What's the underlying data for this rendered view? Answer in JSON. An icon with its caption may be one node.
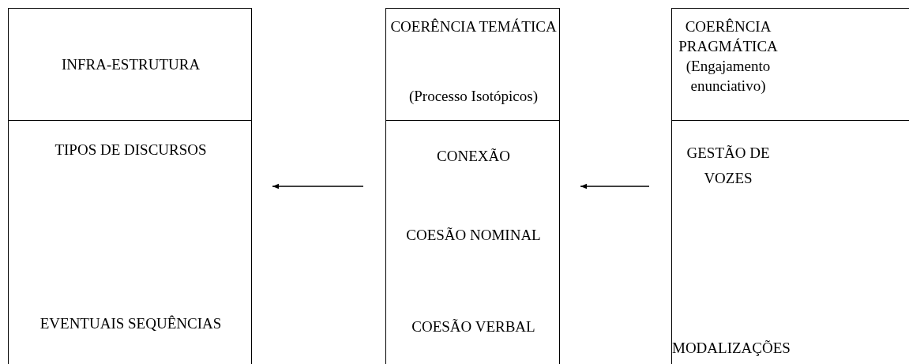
{
  "diagram": {
    "nodes": [
      {
        "text": [
          "INFRA-ESTRUTURA"
        ]
      },
      {
        "text": [
          "TIPOS DE DISCURSOS",
          "EVENTUAIS SEQUÊNCIAS"
        ]
      },
      {
        "text": [
          "COERÊNCIA TEMÁTICA",
          "(Processo Isotópicos)"
        ]
      },
      {
        "text": [
          "CONEXÃO",
          "COESÃO NOMINAL",
          "COESÃO VERBAL"
        ]
      },
      {
        "text": [
          "COERÊNCIA PRAGMÁTICA (Engajamento enunciativo)"
        ]
      },
      {
        "text": [
          "GESTÃO DE VOZES",
          "MODALIZAÇÕES"
        ]
      }
    ],
    "edges": [
      {
        "from": 3,
        "to": 1,
        "arrow": "to"
      },
      {
        "from": 5,
        "to": 3,
        "arrow": "to"
      }
    ]
  }
}
